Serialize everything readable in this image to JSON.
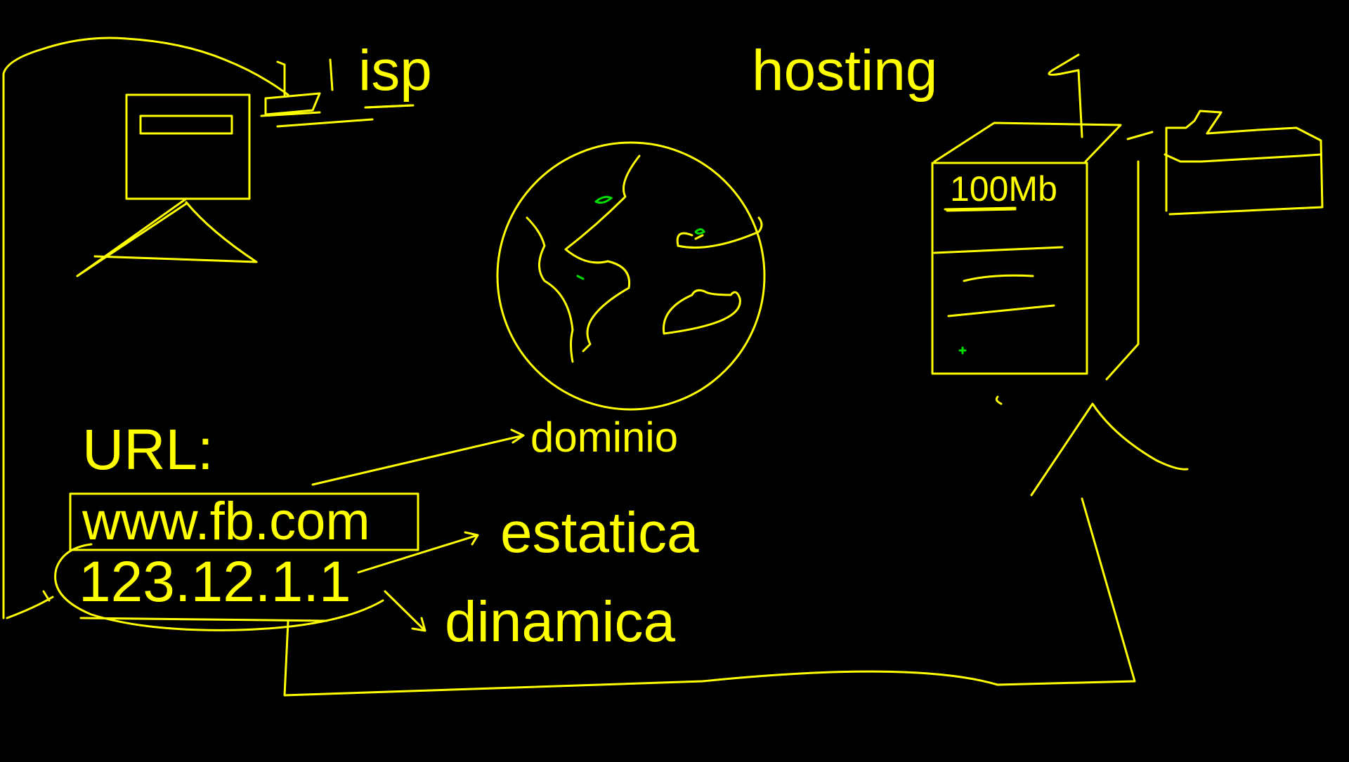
{
  "colors": {
    "background": "#000000",
    "ink": "#FFFF00",
    "accent": "#00DD00"
  },
  "labels": {
    "isp": "isp",
    "hosting": "hosting",
    "storage": "100Mb",
    "url": "URL:",
    "address": "www.fb.com",
    "ip": "123.12.1.1",
    "domain": "dominio",
    "static": "estatica",
    "dynamic": "dinamica"
  }
}
